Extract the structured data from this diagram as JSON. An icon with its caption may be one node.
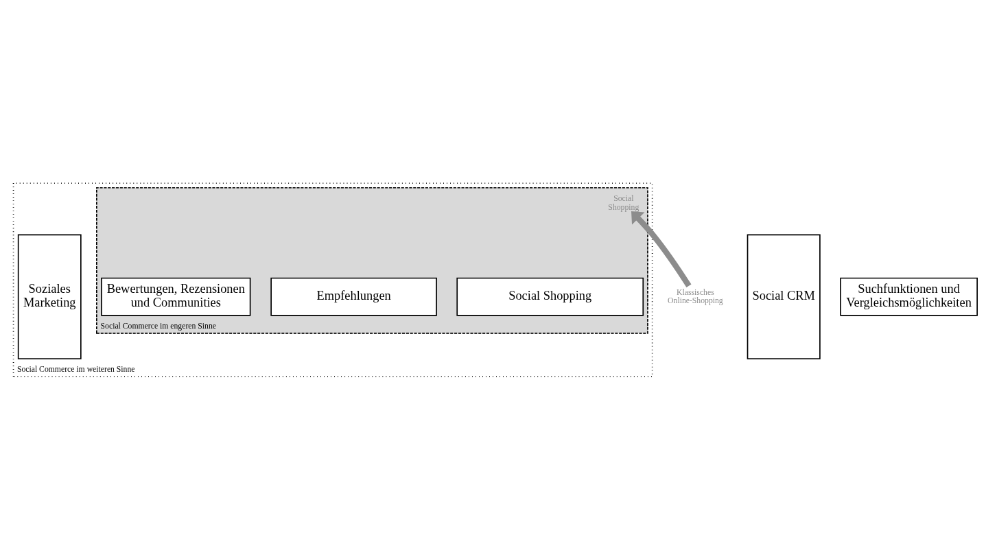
{
  "diagram": {
    "nodes": [
      {
        "text": [
          "Social Commerce im weiteren Sinne"
        ]
      },
      {
        "text": [
          "Social Commerce im engeren Sinne"
        ],
        "in": 0
      },
      {
        "text": [
          "Social Shopping"
        ],
        "in": 1
      },
      {
        "text": [
          "Empfehlungen"
        ],
        "in": 1
      },
      {
        "text": [
          "Bewertungen, Rezensionen und Communities"
        ],
        "in": 1
      },
      {
        "text": [
          "Social Shopping"
        ],
        "in": 1
      },
      {
        "text": [
          "Soziales Marketing"
        ],
        "in": 0
      },
      {
        "text": [
          "Social CRM"
        ]
      },
      {
        "text": [
          "Suchfunktionen und Vergleichsmöglichkeiten"
        ]
      },
      {
        "text": [
          "Klassisches Online-Shopping"
        ]
      }
    ],
    "edges": [
      {
        "from": 9,
        "to": 5,
        "arrow": "to"
      }
    ]
  }
}
